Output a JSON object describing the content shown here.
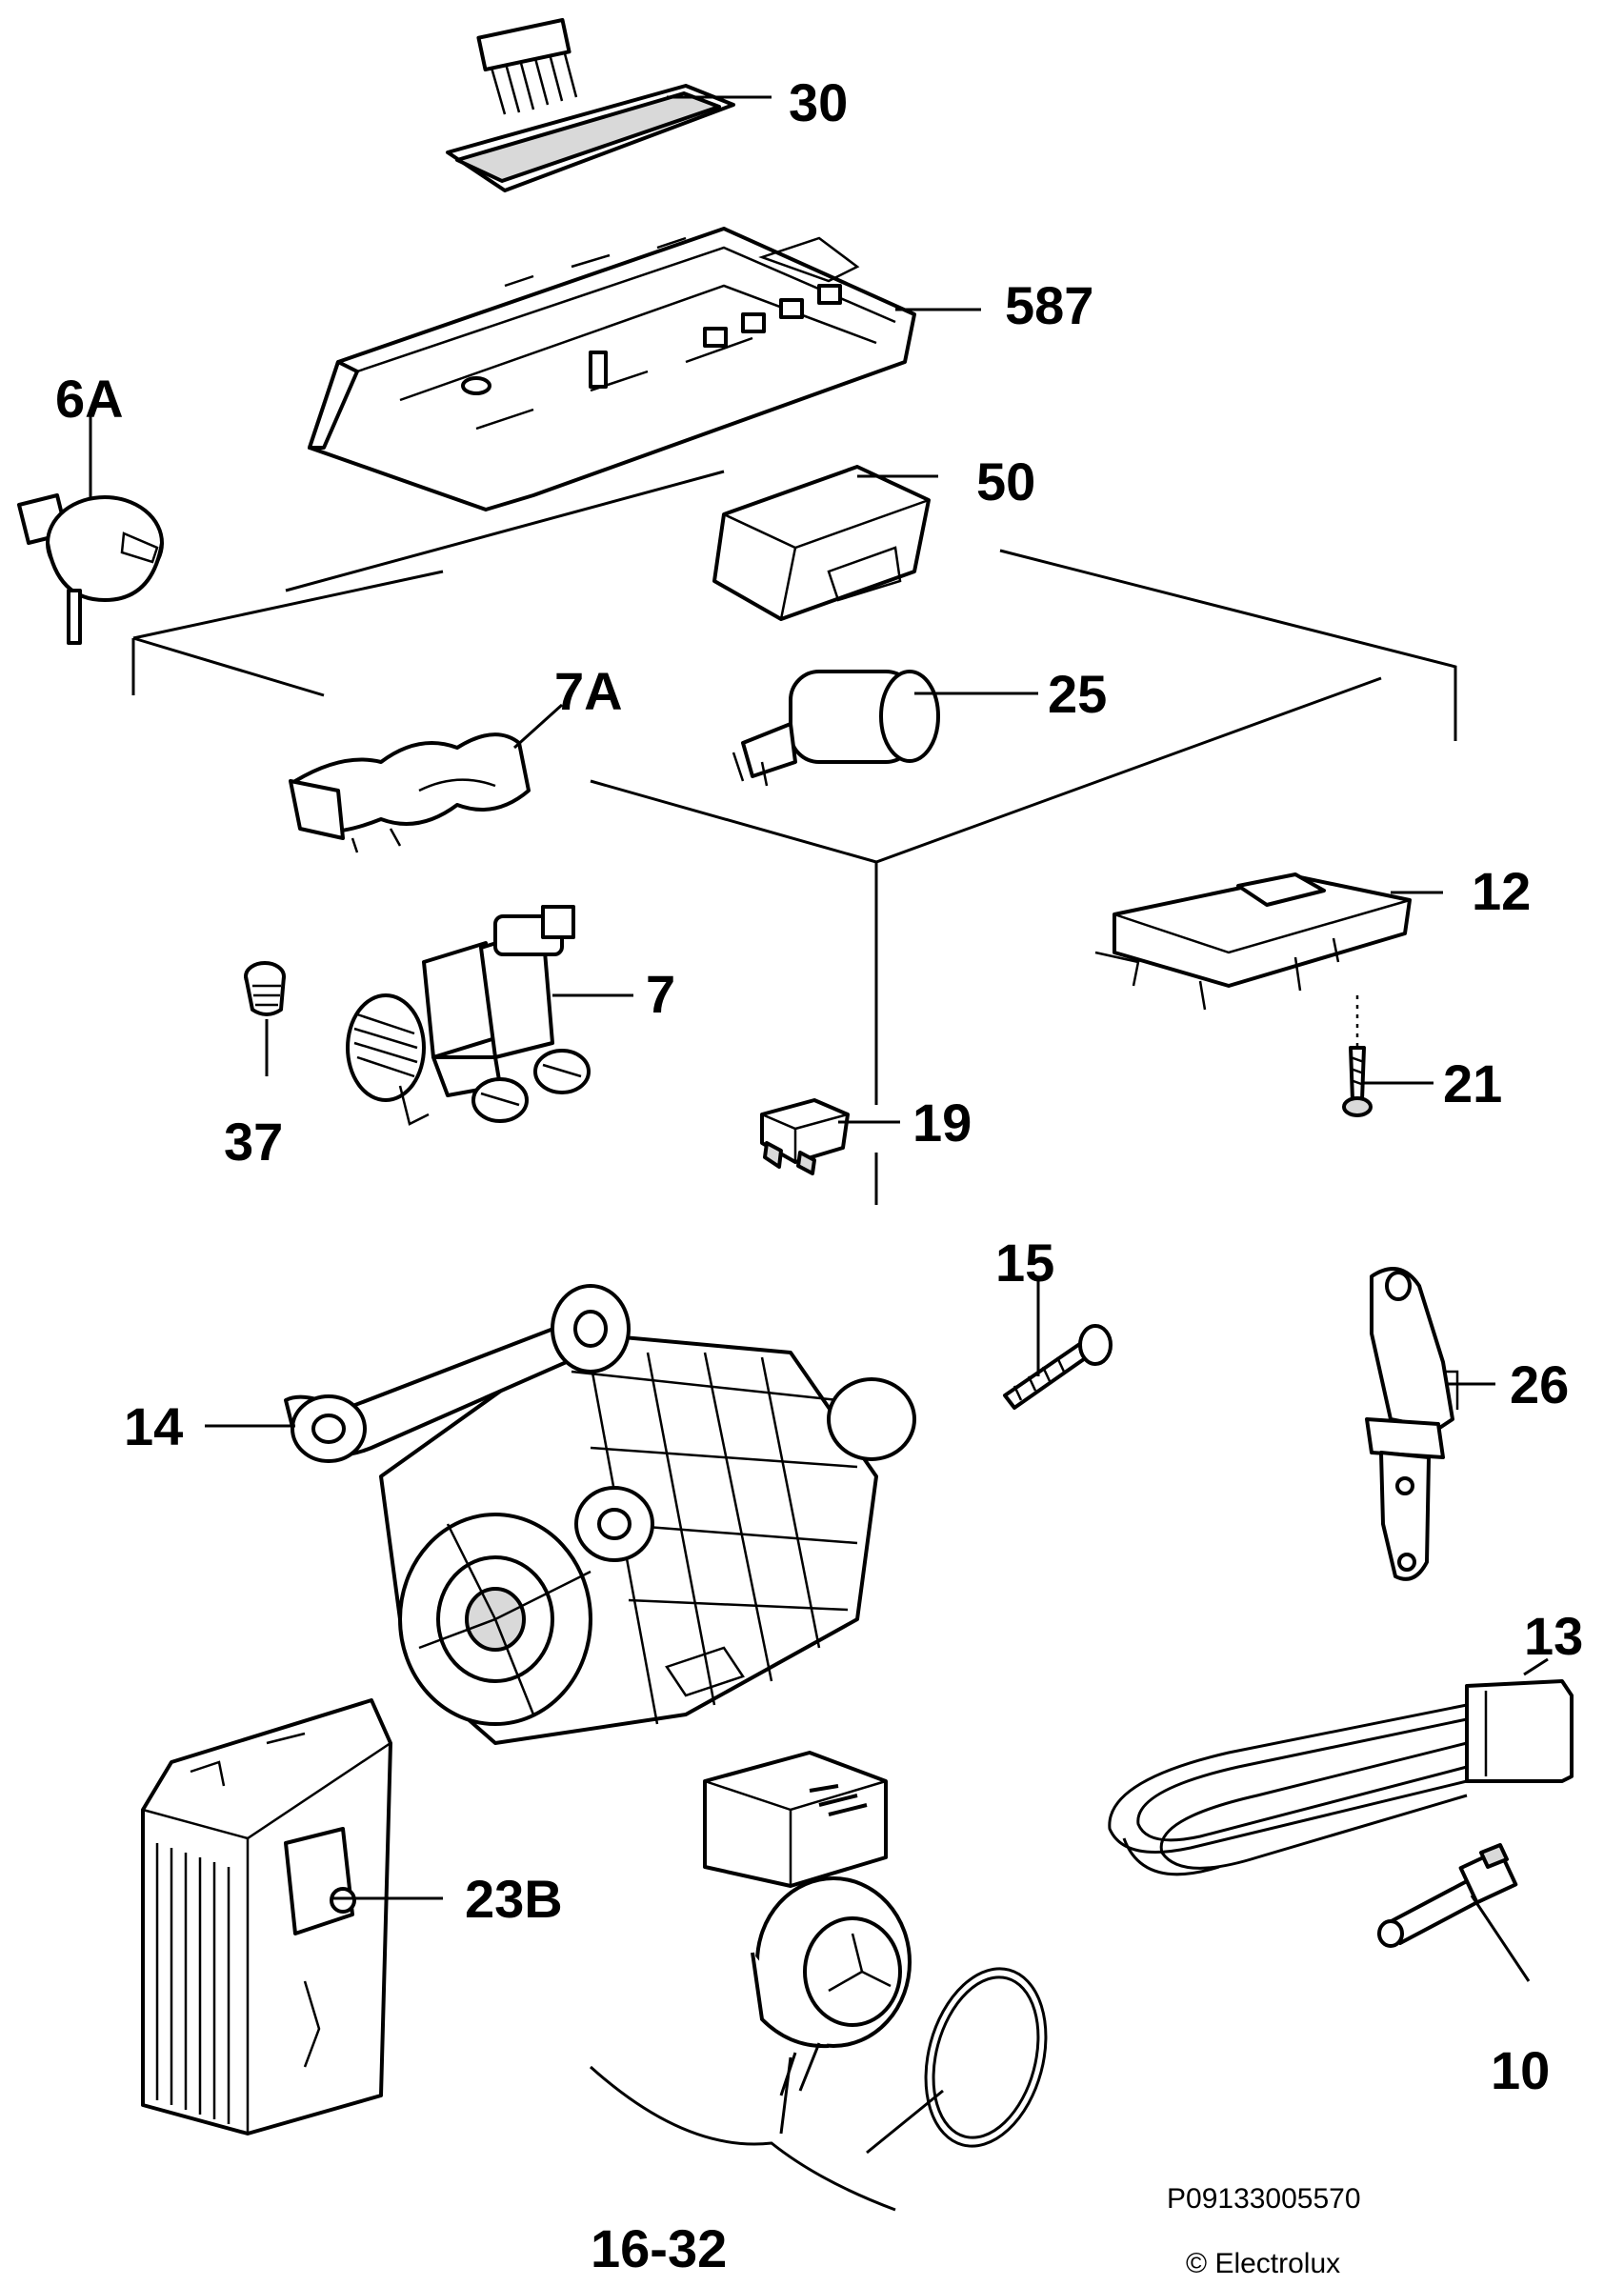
{
  "labels": {
    "p30": "30",
    "p587": "587",
    "p6A": "6A",
    "p50": "50",
    "p7A": "7A",
    "p25": "25",
    "p12": "12",
    "p7": "7",
    "p37": "37",
    "p19": "19",
    "p21": "21",
    "p15": "15",
    "p14": "14",
    "p26": "26",
    "p13": "13",
    "p23B": "23B",
    "p10": "10",
    "p16_32": "16-32"
  },
  "footer": {
    "code": "P09133005570",
    "copyright": "© Electrolux"
  },
  "colors": {
    "ink": "#000000",
    "paper": "#ffffff",
    "shade": "#d9d9d9"
  }
}
